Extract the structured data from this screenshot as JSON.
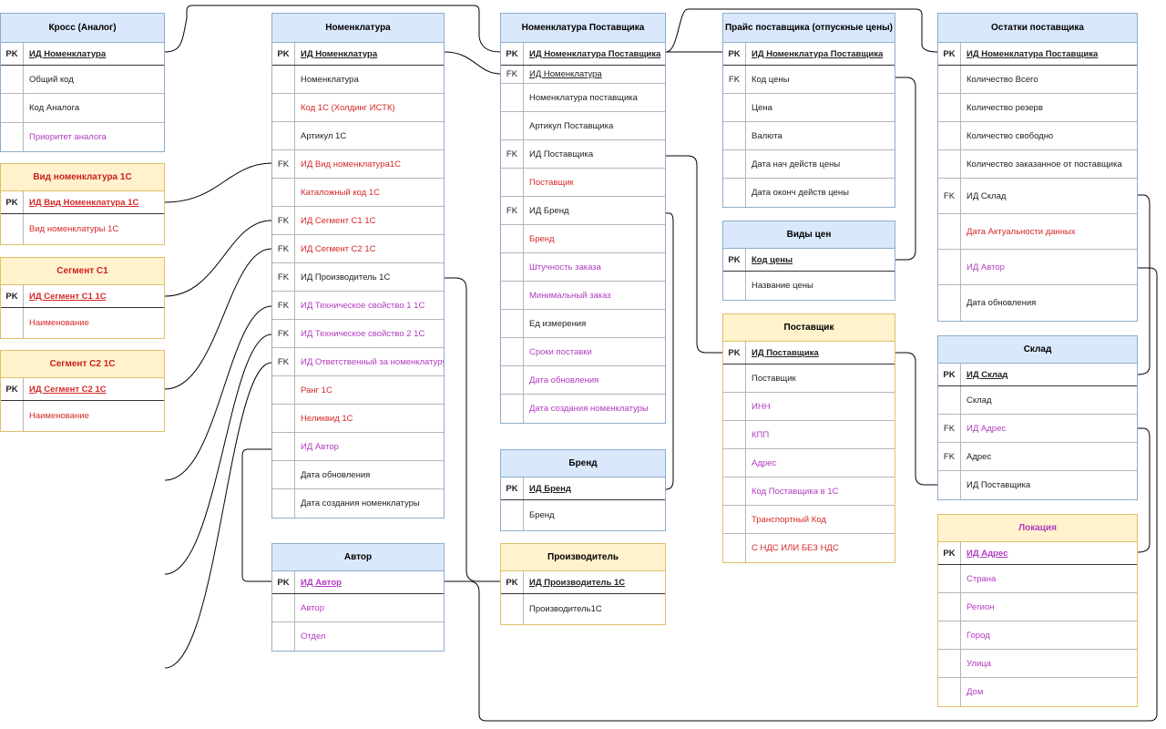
{
  "entities": [
    {
      "id": "cross",
      "title": "Кросс (Аналог)",
      "theme": "blue",
      "rows": [
        {
          "key": "PK",
          "name": "ИД Номенклатура",
          "pk": true
        },
        {
          "key": "",
          "name": "Общий код"
        },
        {
          "key": "",
          "name": "Код Аналога"
        },
        {
          "key": "",
          "name": "Приоритет аналога",
          "color": "magenta"
        }
      ]
    },
    {
      "id": "vid",
      "title": "Вид номенклатура 1С",
      "theme": "yellow",
      "rows": [
        {
          "key": "PK",
          "name": "ИД Вид Номенклатура 1С",
          "pk": true,
          "color": "red"
        },
        {
          "key": "",
          "name": "Вид номенклатуры 1С",
          "color": "red"
        }
      ]
    },
    {
      "id": "seg1",
      "title": "Сегмент С1",
      "theme": "yellow",
      "rows": [
        {
          "key": "PK",
          "name": "ИД Сегмент С1 1С",
          "pk": true,
          "color": "red"
        },
        {
          "key": "",
          "name": "Наименование",
          "color": "red"
        }
      ]
    },
    {
      "id": "seg2",
      "title": "Сегмент С2 1С",
      "theme": "yellow",
      "rows": [
        {
          "key": "PK",
          "name": "ИД Сегмент С2 1С",
          "pk": true,
          "color": "red"
        },
        {
          "key": "",
          "name": "Наименование",
          "color": "red"
        }
      ]
    },
    {
      "id": "nom",
      "title": "Номенклатура",
      "theme": "blue",
      "rows": [
        {
          "key": "PK",
          "name": "ИД Номенклатура",
          "pk": true
        },
        {
          "key": "",
          "name": "Номенклатура"
        },
        {
          "key": "",
          "name": "Код 1С (Холдинг ИСТК)",
          "color": "red"
        },
        {
          "key": "",
          "name": "Артикул 1С"
        },
        {
          "key": "FK",
          "name": "ИД Вид номенклатура1С",
          "color": "red"
        },
        {
          "key": "",
          "name": "Каталожный код 1С",
          "color": "red"
        },
        {
          "key": "FK",
          "name": "ИД Сегмент С1 1С",
          "color": "red"
        },
        {
          "key": "FK",
          "name": "ИД Сегмент С2 1С",
          "color": "red"
        },
        {
          "key": "FK",
          "name": "ИД Производитель 1С"
        },
        {
          "key": "FK",
          "name": "ИД  Техническое свойство 1 1С",
          "color": "magenta"
        },
        {
          "key": "FK",
          "name": "ИД  Техническое свойство 2 1С",
          "color": "magenta"
        },
        {
          "key": "FK",
          "name": "ИД  Ответственный за номенклатуру",
          "color": "magenta"
        },
        {
          "key": "",
          "name": "Ранг 1С",
          "color": "red"
        },
        {
          "key": "",
          "name": "Неликвид 1С",
          "color": "red"
        },
        {
          "key": "",
          "name": "ИД Автор",
          "color": "magenta"
        },
        {
          "key": "",
          "name": "Дата обновления"
        },
        {
          "key": "",
          "name": "Дата создания номенклатуры"
        }
      ]
    },
    {
      "id": "author",
      "title": "Автор",
      "theme": "blue",
      "rows": [
        {
          "key": "PK",
          "name": "ИД Автор",
          "pk": true,
          "color": "magenta"
        },
        {
          "key": "",
          "name": "Автор",
          "color": "magenta"
        },
        {
          "key": "",
          "name": "Отдел",
          "color": "magenta"
        }
      ]
    },
    {
      "id": "nomsup",
      "title": "Номенклатура Поставщика",
      "theme": "blue",
      "rows": [
        {
          "key": "PK",
          "name": "ИД Номенклатура Поставщика",
          "pk": true
        },
        {
          "key": "FK",
          "name": "ИД Номенклатура",
          "underline": true
        },
        {
          "key": "",
          "name": "Номенклатура поставщика"
        },
        {
          "key": "",
          "name": "Артикул Поставщика"
        },
        {
          "key": "FK",
          "name": "ИД Поставщика"
        },
        {
          "key": "",
          "name": "Поставщик",
          "color": "red"
        },
        {
          "key": "FK",
          "name": "ИД Бренд"
        },
        {
          "key": "",
          "name": "Бренд",
          "color": "red"
        },
        {
          "key": "",
          "name": "Штучность заказа",
          "color": "magenta"
        },
        {
          "key": "",
          "name": "Минимальный заказ",
          "color": "magenta"
        },
        {
          "key": "",
          "name": "Ед измерения"
        },
        {
          "key": "",
          "name": "Сроки поставки",
          "color": "magenta"
        },
        {
          "key": "",
          "name": "Дата обновления",
          "color": "magenta"
        },
        {
          "key": "",
          "name": "Дата создания номенклатуры",
          "color": "magenta"
        }
      ]
    },
    {
      "id": "brand",
      "title": "Бренд",
      "theme": "blue",
      "rows": [
        {
          "key": "PK",
          "name": "ИД Бренд",
          "pk": true
        },
        {
          "key": "",
          "name": "Бренд"
        }
      ]
    },
    {
      "id": "maker",
      "title": "Производитель",
      "theme": "yellowblack",
      "rows": [
        {
          "key": "PK",
          "name": "ИД Производитель 1С",
          "pk": true
        },
        {
          "key": "",
          "name": "Производитель1С"
        }
      ]
    },
    {
      "id": "price",
      "title": "Прайс поставщика (отпускные цены)",
      "theme": "blue",
      "rows": [
        {
          "key": "PK",
          "name": "ИД Номенклатура Поставщика",
          "pk": true
        },
        {
          "key": "FK",
          "name": "Код цены"
        },
        {
          "key": "",
          "name": "Цена"
        },
        {
          "key": "",
          "name": "Валюта"
        },
        {
          "key": "",
          "name": "Дата нач действ цены"
        },
        {
          "key": "",
          "name": "Дата оконч действ цены"
        }
      ]
    },
    {
      "id": "pricetypes",
      "title": "Виды цен",
      "theme": "blue",
      "rows": [
        {
          "key": "PK",
          "name": "Код цены",
          "pk": true
        },
        {
          "key": "",
          "name": "Название цены"
        }
      ]
    },
    {
      "id": "supplier",
      "title": "Поставщик",
      "theme": "yellowblack",
      "rows": [
        {
          "key": "PK",
          "name": "ИД Поставщика",
          "pk": true
        },
        {
          "key": "",
          "name": "Поставщик"
        },
        {
          "key": "",
          "name": "ИНН",
          "color": "magenta"
        },
        {
          "key": "",
          "name": "КПП",
          "color": "magenta"
        },
        {
          "key": "",
          "name": "Адрес",
          "color": "magenta"
        },
        {
          "key": "",
          "name": "Код Поставщика в 1С",
          "color": "magenta"
        },
        {
          "key": "",
          "name": "Транспортный Код",
          "color": "red"
        },
        {
          "key": "",
          "name": "С НДС ИЛИ БЕЗ НДС",
          "color": "red"
        }
      ]
    },
    {
      "id": "stock",
      "title": "Остатки поставщика",
      "theme": "blue",
      "rows": [
        {
          "key": "PK",
          "name": "ИД Номенклатура Поставщика",
          "pk": true
        },
        {
          "key": "",
          "name": "Количество Всего"
        },
        {
          "key": "",
          "name": "Количество резерв"
        },
        {
          "key": "",
          "name": "Количество свободно"
        },
        {
          "key": "",
          "name": "Количество заказанное от поставщика"
        },
        {
          "key": "FK",
          "name": "ИД Склад"
        },
        {
          "key": "",
          "name": "Дата Актуальности данных",
          "color": "red"
        },
        {
          "key": "",
          "name": "ИД Автор",
          "color": "magenta"
        },
        {
          "key": "",
          "name": "Дата обновления"
        }
      ]
    },
    {
      "id": "warehouse",
      "title": "Склад",
      "theme": "blue",
      "rows": [
        {
          "key": "PK",
          "name": "ИД Склад",
          "pk": true
        },
        {
          "key": "",
          "name": "Склад"
        },
        {
          "key": "FK",
          "name": "ИД Адрес",
          "color": "magenta"
        },
        {
          "key": "FK",
          "name": "Адрес"
        },
        {
          "key": "",
          "name": "ИД Поставщика"
        }
      ]
    },
    {
      "id": "location",
      "title": "Локация",
      "theme": "yellowmag",
      "rows": [
        {
          "key": "PK",
          "name": "ИД Адрес",
          "pk": true,
          "color": "magenta"
        },
        {
          "key": "",
          "name": "Страна",
          "color": "magenta"
        },
        {
          "key": "",
          "name": "Регион",
          "color": "magenta"
        },
        {
          "key": "",
          "name": "Город",
          "color": "magenta"
        },
        {
          "key": "",
          "name": "Улица",
          "color": "magenta"
        },
        {
          "key": "",
          "name": "Дом",
          "color": "magenta"
        }
      ]
    }
  ],
  "colors": {
    "red": "#d62828",
    "magenta": "#b23ac0",
    "blue_header": "#dae8fc",
    "yellow_header": "#fff2cc"
  }
}
